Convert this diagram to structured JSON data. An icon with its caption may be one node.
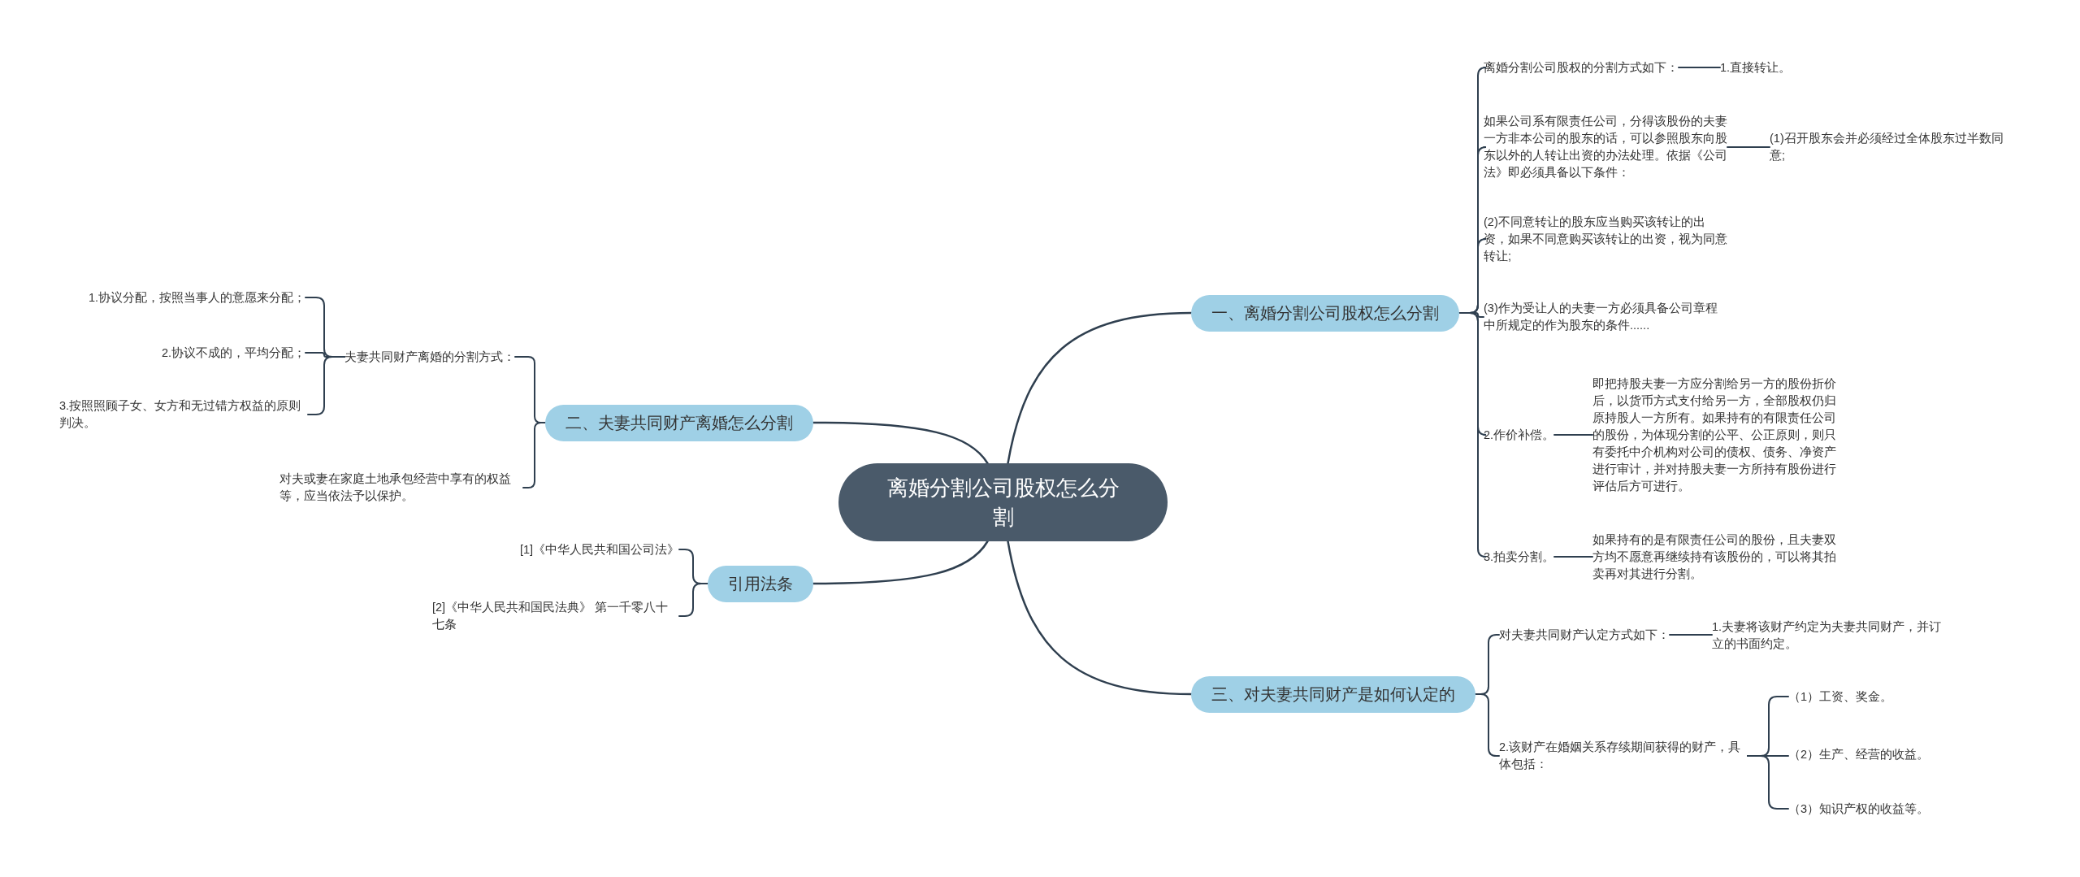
{
  "diagram": {
    "nodes": [
      {
        "text": [
          "离婚分割公司股权怎么分割"
        ]
      },
      {
        "text": [
          "一、离婚分割公司股权怎么分割"
        ]
      },
      {
        "text": [
          "离婚分割公司股权的分割方式如下："
        ]
      },
      {
        "text": [
          "1.直接转让。"
        ]
      },
      {
        "text": [
          "如果公司系有限责任公司，分得该股份的夫妻一方非本公司的股东的话，可以参照股东向股东以外的人转让出资的办法处理。依据《公司法》即必须具备以下条件："
        ]
      },
      {
        "text": [
          "(1)召开股东会并必须经过全体股东过半数同意;"
        ]
      },
      {
        "text": [
          "(2)不同意转让的股东应当购买该转让的出资，如果不同意购买该转让的出资，视为同意转让;"
        ]
      },
      {
        "text": [
          "(3)作为受让人的夫妻一方必须具备公司章程中所规定的作为股东的条件......"
        ]
      },
      {
        "text": [
          "2.作价补偿。"
        ]
      },
      {
        "text": [
          "即把持股夫妻一方应分割给另一方的股份折价后，以货币方式支付给另一方，全部股权仍归原持股人一方所有。如果持有的有限责任公司的股份，为体现分割的公平、公正原则，则只有委托中介机构对公司的债权、债务、净资产进行审计，并对持股夫妻一方所持有股份进行评估后方可进行。"
        ]
      },
      {
        "text": [
          "3.拍卖分割。"
        ]
      },
      {
        "text": [
          "如果持有的是有限责任公司的股份，且夫妻双方均不愿意再继续持有该股份的，可以将其拍卖再对其进行分割。"
        ]
      },
      {
        "text": [
          "二、夫妻共同财产离婚怎么分割"
        ]
      },
      {
        "text": [
          "夫妻共同财产离婚的分割方式："
        ]
      },
      {
        "text": [
          "1.协议分配，按照当事人的意愿来分配；"
        ]
      },
      {
        "text": [
          "2.协议不成的，平均分配；"
        ]
      },
      {
        "text": [
          "3.按照照顾子女、女方和无过错方权益的原则判决。"
        ]
      },
      {
        "text": [
          "对夫或妻在家庭土地承包经营中享有的权益等，应当依法予以保护。"
        ]
      },
      {
        "text": [
          "三、对夫妻共同财产是如何认定的"
        ]
      },
      {
        "text": [
          "对夫妻共同财产认定方式如下："
        ]
      },
      {
        "text": [
          "1.夫妻将该财产约定为夫妻共同财产，并订立的书面约定。"
        ]
      },
      {
        "text": [
          "2.该财产在婚姻关系存续期间获得的财产，具体包括："
        ]
      },
      {
        "text": [
          "（1）工资、奖金。"
        ]
      },
      {
        "text": [
          "（2）生产、经营的收益。"
        ]
      },
      {
        "text": [
          "（3）知识产权的收益等。"
        ]
      },
      {
        "text": [
          "引用法条"
        ]
      },
      {
        "text": [
          "[1]《中华人民共和国公司法》"
        ]
      },
      {
        "text": [
          "[2]《中华人民共和国民法典》 第一千零八十七条"
        ]
      }
    ],
    "edges": [
      {
        "from": 0,
        "to": 1,
        "arrow": "none"
      },
      {
        "from": 1,
        "to": 2,
        "arrow": "none"
      },
      {
        "from": 2,
        "to": 3,
        "arrow": "none"
      },
      {
        "from": 1,
        "to": 4,
        "arrow": "none"
      },
      {
        "from": 4,
        "to": 5,
        "arrow": "none"
      },
      {
        "from": 1,
        "to": 6,
        "arrow": "none"
      },
      {
        "from": 1,
        "to": 7,
        "arrow": "none"
      },
      {
        "from": 1,
        "to": 8,
        "arrow": "none"
      },
      {
        "from": 8,
        "to": 9,
        "arrow": "none"
      },
      {
        "from": 1,
        "to": 10,
        "arrow": "none"
      },
      {
        "from": 10,
        "to": 11,
        "arrow": "none"
      },
      {
        "from": 0,
        "to": 12,
        "arrow": "none"
      },
      {
        "from": 12,
        "to": 13,
        "arrow": "none"
      },
      {
        "from": 13,
        "to": 14,
        "arrow": "none"
      },
      {
        "from": 13,
        "to": 15,
        "arrow": "none"
      },
      {
        "from": 13,
        "to": 16,
        "arrow": "none"
      },
      {
        "from": 12,
        "to": 17,
        "arrow": "none"
      },
      {
        "from": 0,
        "to": 18,
        "arrow": "none"
      },
      {
        "from": 18,
        "to": 19,
        "arrow": "none"
      },
      {
        "from": 19,
        "to": 20,
        "arrow": "none"
      },
      {
        "from": 18,
        "to": 21,
        "arrow": "none"
      },
      {
        "from": 21,
        "to": 22,
        "arrow": "none"
      },
      {
        "from": 21,
        "to": 23,
        "arrow": "none"
      },
      {
        "from": 21,
        "to": 24,
        "arrow": "none"
      },
      {
        "from": 0,
        "to": 25,
        "arrow": "none"
      },
      {
        "from": 25,
        "to": 26,
        "arrow": "none"
      },
      {
        "from": 25,
        "to": 27,
        "arrow": "none"
      }
    ]
  }
}
